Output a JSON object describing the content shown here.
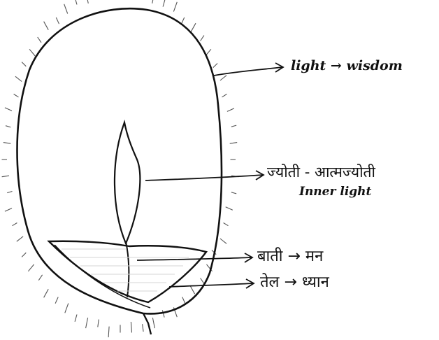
{
  "labels": {
    "light_wisdom": "light → wisdom",
    "jyoti": "ज्योती - आत्मज्योती",
    "inner_light": "Inner light",
    "baati": "बाती → मन",
    "tel": "तेल → ध्यान"
  },
  "colors": {
    "ink": "#111111",
    "background": "#ffffff"
  }
}
